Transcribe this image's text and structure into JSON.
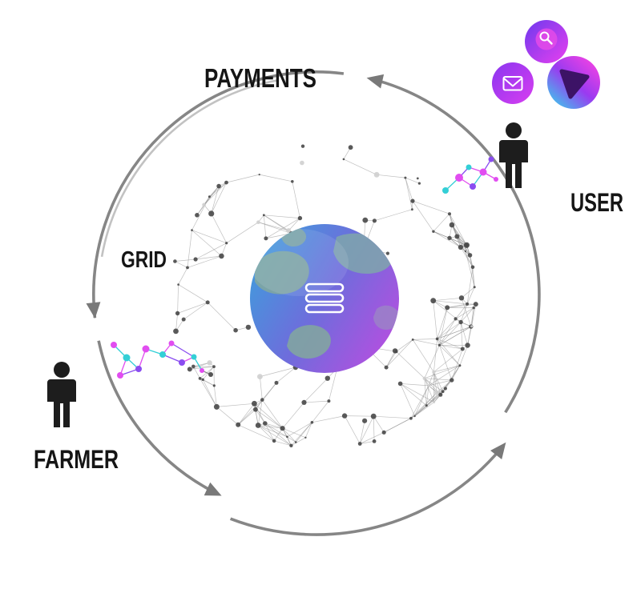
{
  "diagram": {
    "type": "cycle",
    "direction": "counterclockwise"
  },
  "labels": {
    "payments": "PAYMENTS",
    "user": "USER",
    "grid": "GRID",
    "farmer": "FARMER"
  },
  "colors": {
    "arrow_gray": "#7c7c7c",
    "label_black": "#151515",
    "globe_blue": "#3f9ddc",
    "globe_purple": "#b74ee0",
    "node_magenta": "#e14df0",
    "node_cyan": "#33cfd6",
    "node_purple": "#8a4df0"
  },
  "icons": {
    "bubbles": [
      "search-icon",
      "mail-icon",
      "play-icon"
    ],
    "people": [
      "user-person-icon",
      "farmer-person-icon"
    ],
    "center": "globe-logo"
  }
}
